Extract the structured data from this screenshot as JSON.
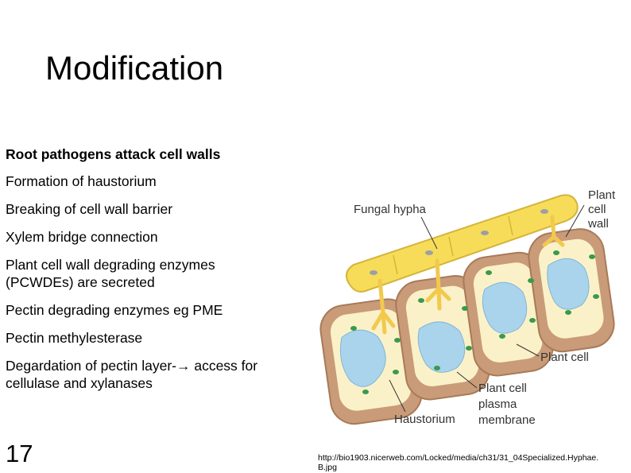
{
  "slide": {
    "title": "Modification",
    "bullets": [
      "Root pathogens attack cell walls",
      "Formation of haustorium",
      "Breaking of cell wall barrier",
      "Xylem bridge connection",
      "Plant cell wall degrading enzymes\n(PCWDEs) are secreted",
      "Pectin degrading enzymes eg PME",
      "Pectin methylesterase",
      "Degardation of pectin layer-→ access for\ncellulase and xylanases"
    ],
    "slide_number": "17",
    "source_url": "http://bio1903.nicerweb.com/Locked/media/ch31/31_04Specialized.Hyphae.B.jpg"
  },
  "figure": {
    "labels": {
      "fungal_hypha": "Fungal hypha",
      "plant_cell_wall_1": "Plant",
      "plant_cell_wall_2": "cell",
      "plant_cell_wall_3": "wall",
      "plant_cell": "Plant cell",
      "plasma_membrane_1": "Plant cell",
      "plasma_membrane_2": "plasma",
      "plasma_membrane_3": "membrane",
      "haustorium": "Haustorium"
    },
    "colors": {
      "hypha": "#f7dc5a",
      "cell_wall": "#c99b78",
      "cytoplasm": "#fbf1c8",
      "vacuole": "#a9d4ec",
      "chloroplast": "#3a9a4a"
    }
  }
}
